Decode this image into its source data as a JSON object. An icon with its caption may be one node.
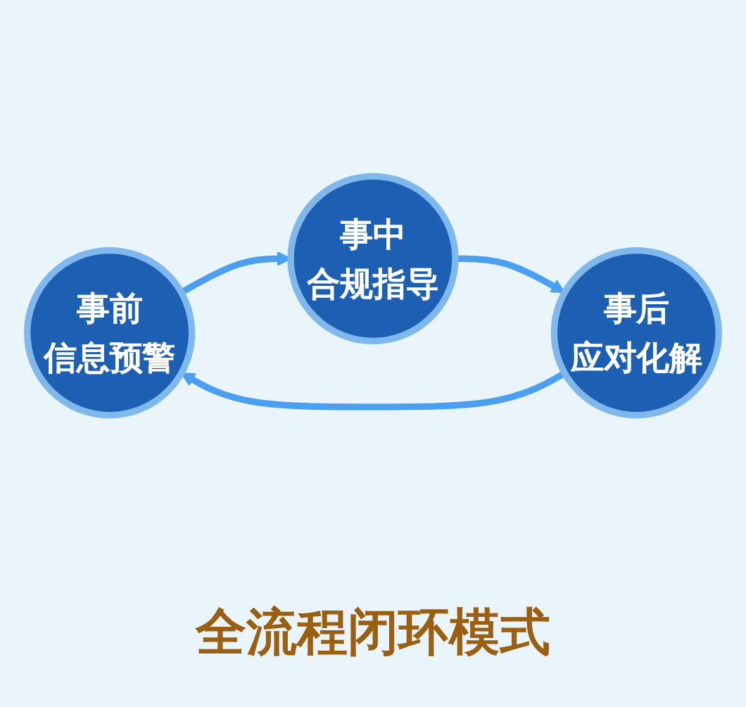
{
  "diagram": {
    "nodes": [
      {
        "text": [
          "事前",
          "信息预警"
        ]
      },
      {
        "text": [
          "事中",
          "合规指导"
        ]
      },
      {
        "text": [
          "事后",
          "应对化解"
        ]
      }
    ],
    "edges": [
      {
        "from": 0,
        "to": 1,
        "arrow": "to"
      },
      {
        "from": 1,
        "to": 2,
        "arrow": "to"
      },
      {
        "from": 2,
        "to": 0,
        "arrow": "to"
      }
    ],
    "labels": [
      "全流程闭环模式"
    ]
  }
}
